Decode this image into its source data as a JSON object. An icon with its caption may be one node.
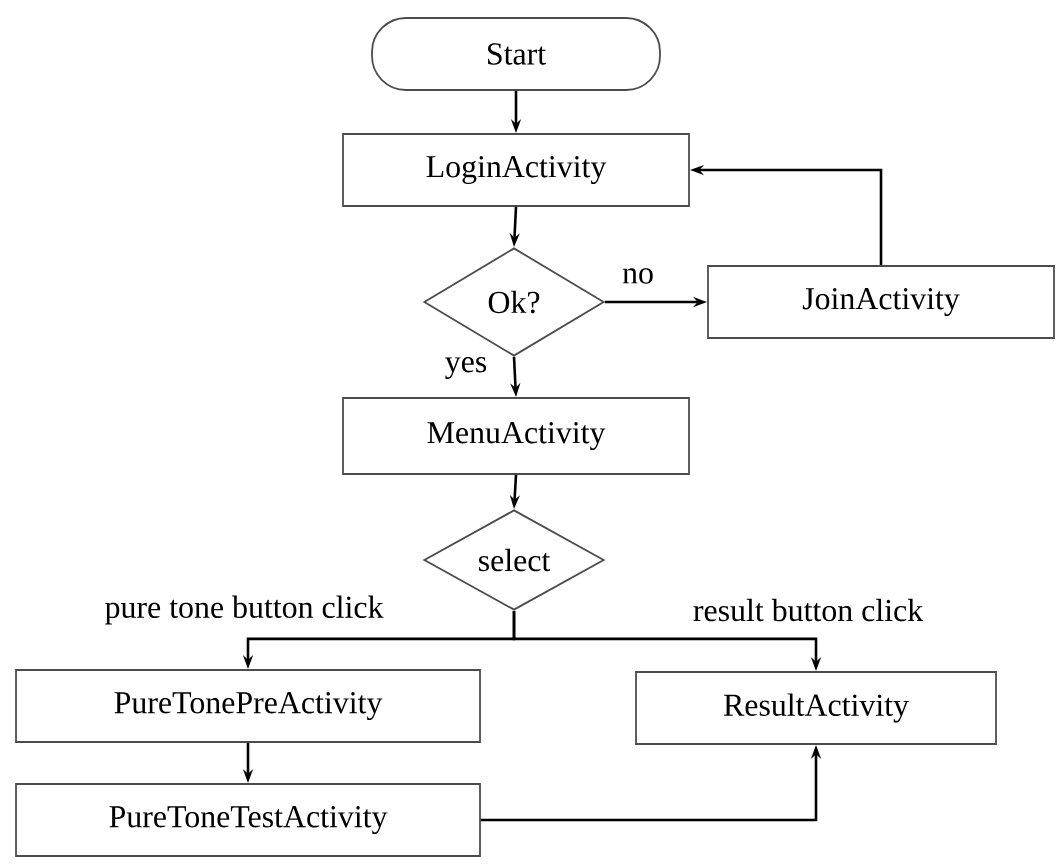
{
  "diagram": {
    "nodes": [
      {
        "text": [
          "Start"
        ]
      },
      {
        "text": [
          "LoginActivity"
        ]
      },
      {
        "text": [
          "Ok?"
        ]
      },
      {
        "text": [
          "JoinActivity"
        ]
      },
      {
        "text": [
          "MenuActivity"
        ]
      },
      {
        "text": [
          "select"
        ]
      },
      {
        "text": [
          "PureTonePreActivity"
        ]
      },
      {
        "text": [
          "ResultActivity"
        ]
      },
      {
        "text": [
          "PureToneTestActivity"
        ]
      }
    ],
    "edges": [
      {
        "from": 0,
        "to": 1,
        "arrow": "to"
      },
      {
        "from": 1,
        "to": 2,
        "arrow": "to"
      },
      {
        "from": 2,
        "to": 3,
        "arrow": "to",
        "label": "no"
      },
      {
        "from": 2,
        "to": 4,
        "arrow": "to",
        "label": "yes"
      },
      {
        "from": 3,
        "to": 1,
        "arrow": "to"
      },
      {
        "from": 4,
        "to": 5,
        "arrow": "to"
      },
      {
        "from": 5,
        "to": 6,
        "arrow": "to",
        "label": "pure tone button click"
      },
      {
        "from": 5,
        "to": 7,
        "arrow": "to",
        "label": "result button click"
      },
      {
        "from": 6,
        "to": 8,
        "arrow": "to"
      },
      {
        "from": 8,
        "to": 7,
        "arrow": "to"
      }
    ]
  }
}
